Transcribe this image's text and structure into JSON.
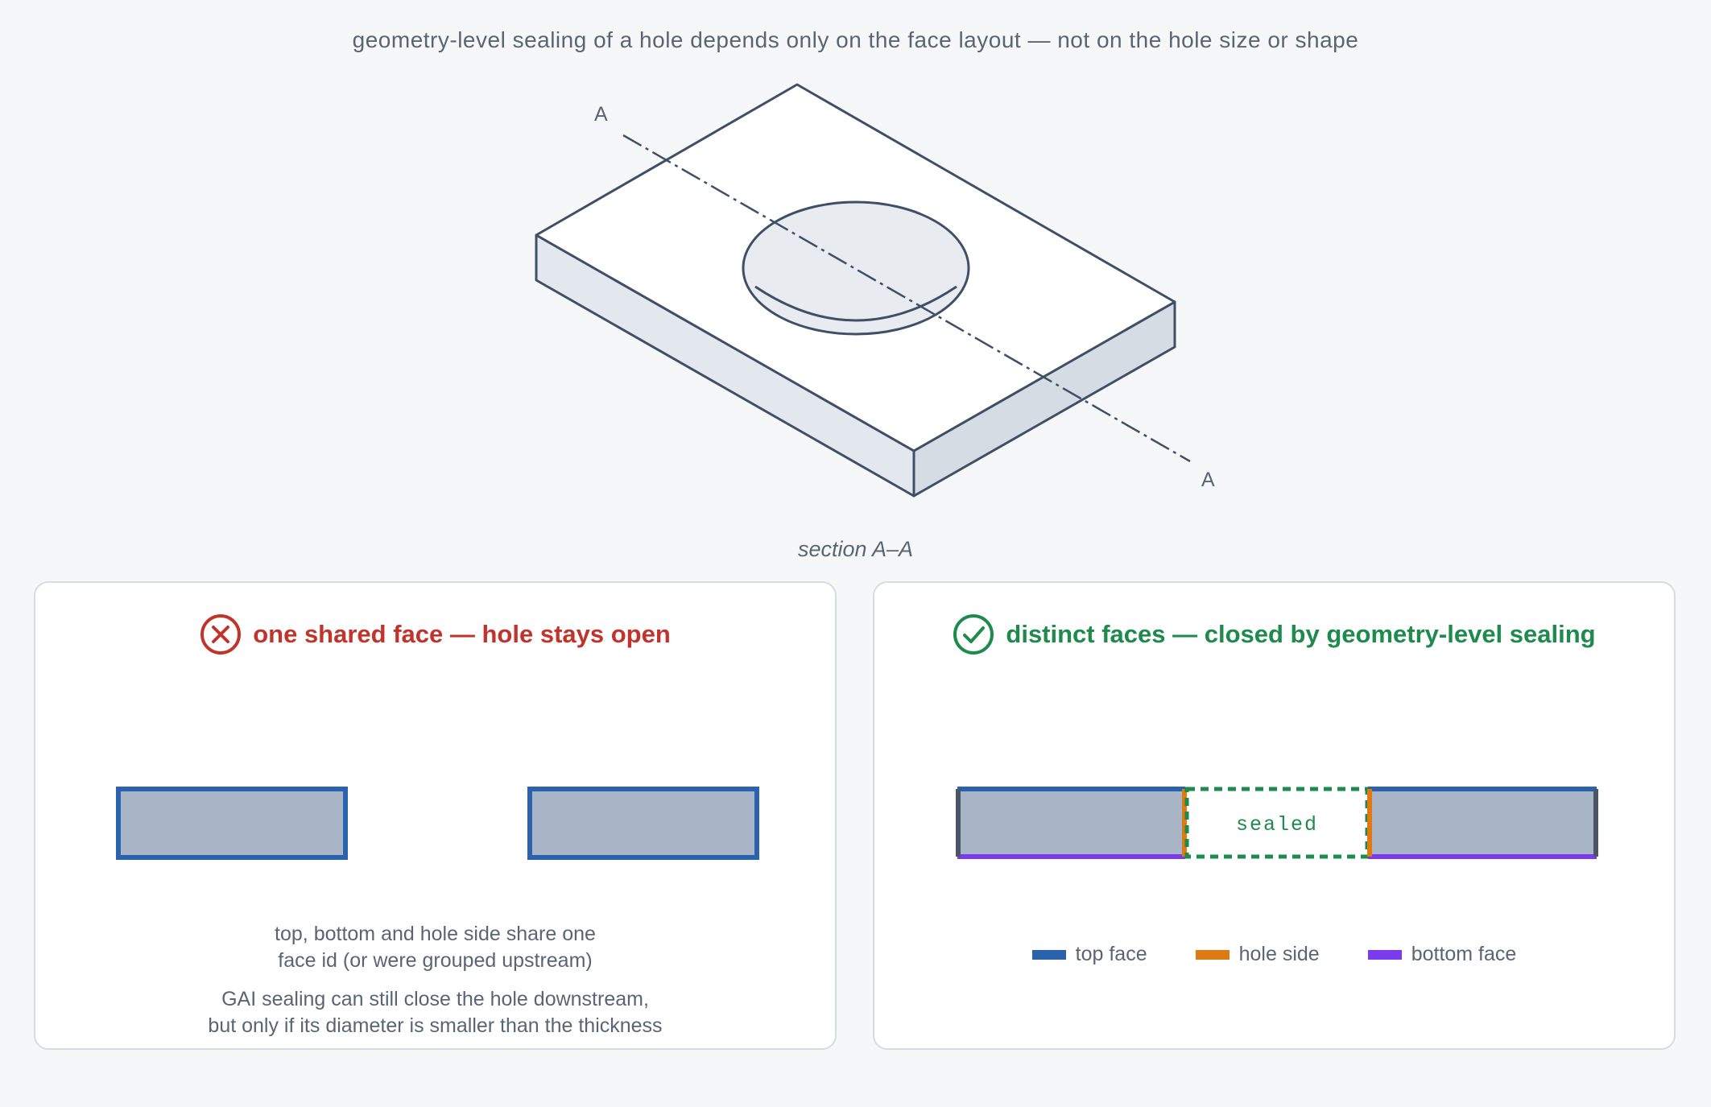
{
  "title": "geometry-level sealing of a hole depends only on the face layout — not on the hole size or shape",
  "iso_view": {
    "section_marker_start": "A",
    "section_marker_end": "A"
  },
  "section_label": "section A–A",
  "panels": {
    "left": {
      "status_icon": "x-circle-icon",
      "title": "one shared face — hole stays open",
      "note_line1": "top, bottom and hole side share one",
      "note_line2": "face id (or were grouped upstream)",
      "note_line3": "GAI sealing can still close the hole downstream,",
      "note_line4": "but only if its diameter is smaller than the thickness"
    },
    "right": {
      "status_icon": "check-circle-icon",
      "title": "distinct faces — closed by geometry-level sealing",
      "sealed_label": "sealed",
      "legend": [
        {
          "label": "top face",
          "color": "#2a62ad"
        },
        {
          "label": "hole side",
          "color": "#dd7a12"
        },
        {
          "label": "bottom face",
          "color": "#7c3aed"
        }
      ]
    }
  },
  "colors": {
    "error": "#c0342c",
    "success": "#1e8a4c",
    "face_fill": "#a8b5c6",
    "outline": "#3f5066",
    "sealed_dash": "#1e8a4c"
  }
}
